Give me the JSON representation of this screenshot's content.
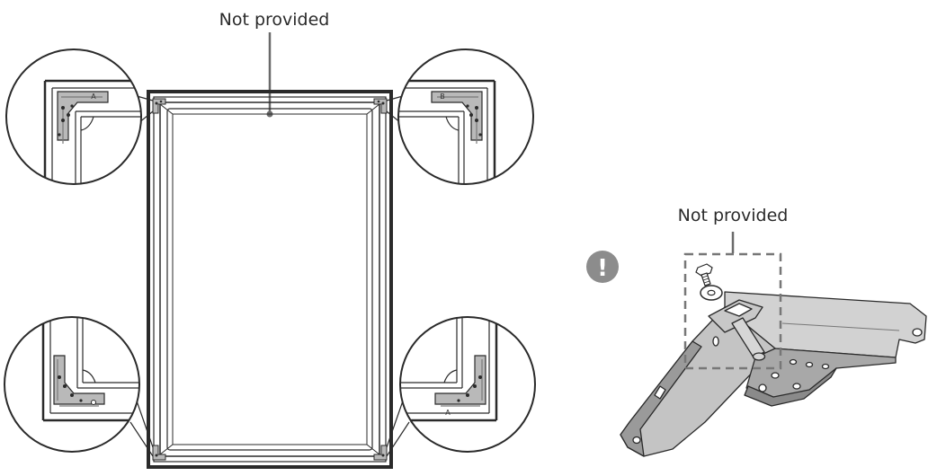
{
  "labels": {
    "top_note": "Not provided",
    "right_note": "Not provided",
    "warning_glyph": "!"
  },
  "corner_tags": {
    "top_left": "A",
    "top_right": "B",
    "bottom_right": "A"
  },
  "colors": {
    "line": "#2a2a2a",
    "part_fill": "#b9b9b9",
    "part_dark": "#8a8a8a",
    "warning_fill": "#8c8c8c",
    "dashed_box": "#777777"
  }
}
